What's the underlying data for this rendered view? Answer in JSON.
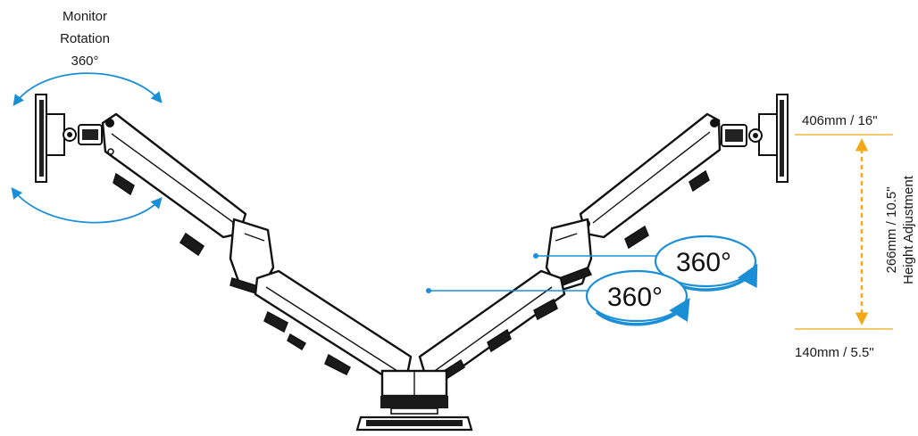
{
  "labels": {
    "rotation_line1": "Monitor",
    "rotation_line2": "Rotation",
    "rotation_line3": "360°",
    "max_height": "406mm / 16\"",
    "min_height": "140mm / 5.5\"",
    "range": "266mm / 10.5\"",
    "range_title": "Height Adjustment",
    "swivel_arm": "360°",
    "swivel_base": "360°"
  },
  "colors": {
    "accent_blue": "#1a8fd6",
    "accent_orange": "#f2a818",
    "line_dark": "#111111"
  }
}
